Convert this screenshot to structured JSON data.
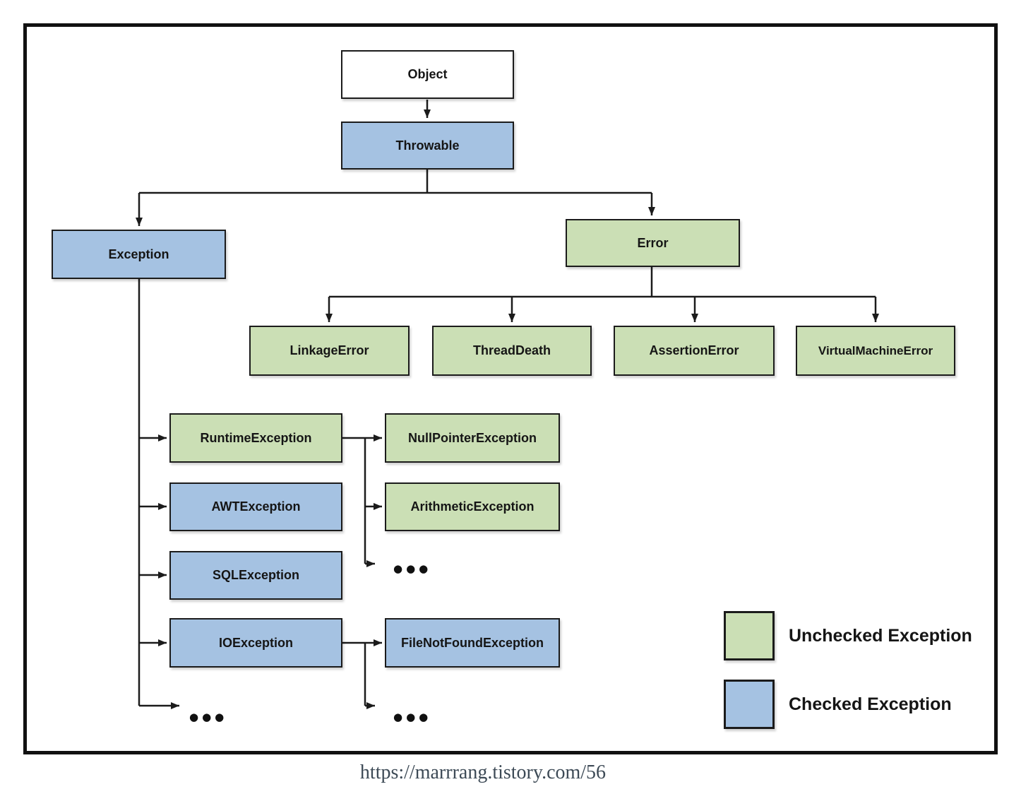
{
  "diagram": {
    "title_implicit": "Java Throwable class hierarchy",
    "nodes": {
      "object": {
        "label": "Object",
        "category": "root"
      },
      "throwable": {
        "label": "Throwable",
        "category": "checked"
      },
      "exception": {
        "label": "Exception",
        "category": "checked"
      },
      "error": {
        "label": "Error",
        "category": "unchecked"
      },
      "linkage": {
        "label": "LinkageError",
        "category": "unchecked"
      },
      "thread": {
        "label": "ThreadDeath",
        "category": "unchecked"
      },
      "assertion": {
        "label": "AssertionError",
        "category": "unchecked"
      },
      "vme": {
        "label": "VirtualMachineError",
        "category": "unchecked"
      },
      "runtime": {
        "label": "RuntimeException",
        "category": "unchecked"
      },
      "awt": {
        "label": "AWTException",
        "category": "checked"
      },
      "sql": {
        "label": "SQLException",
        "category": "checked"
      },
      "io": {
        "label": "IOException",
        "category": "checked"
      },
      "npe": {
        "label": "NullPointerException",
        "category": "unchecked"
      },
      "arith": {
        "label": "ArithmeticException",
        "category": "unchecked"
      },
      "fnf": {
        "label": "FileNotFoundException",
        "category": "checked"
      }
    },
    "ellipsis": "●●●",
    "legend": {
      "items": [
        {
          "label": "Unchecked Exception",
          "color": "#cbdfb5"
        },
        {
          "label": "Checked Exception",
          "color": "#a5c2e2"
        }
      ]
    },
    "colors": {
      "unchecked_fill": "#cbdfb5",
      "checked_fill": "#a5c2e2",
      "root_fill": "#ffffff",
      "line_and_border": "#1b1b1b"
    }
  },
  "footer": {
    "url": "https://marrrang.tistory.com/56"
  }
}
